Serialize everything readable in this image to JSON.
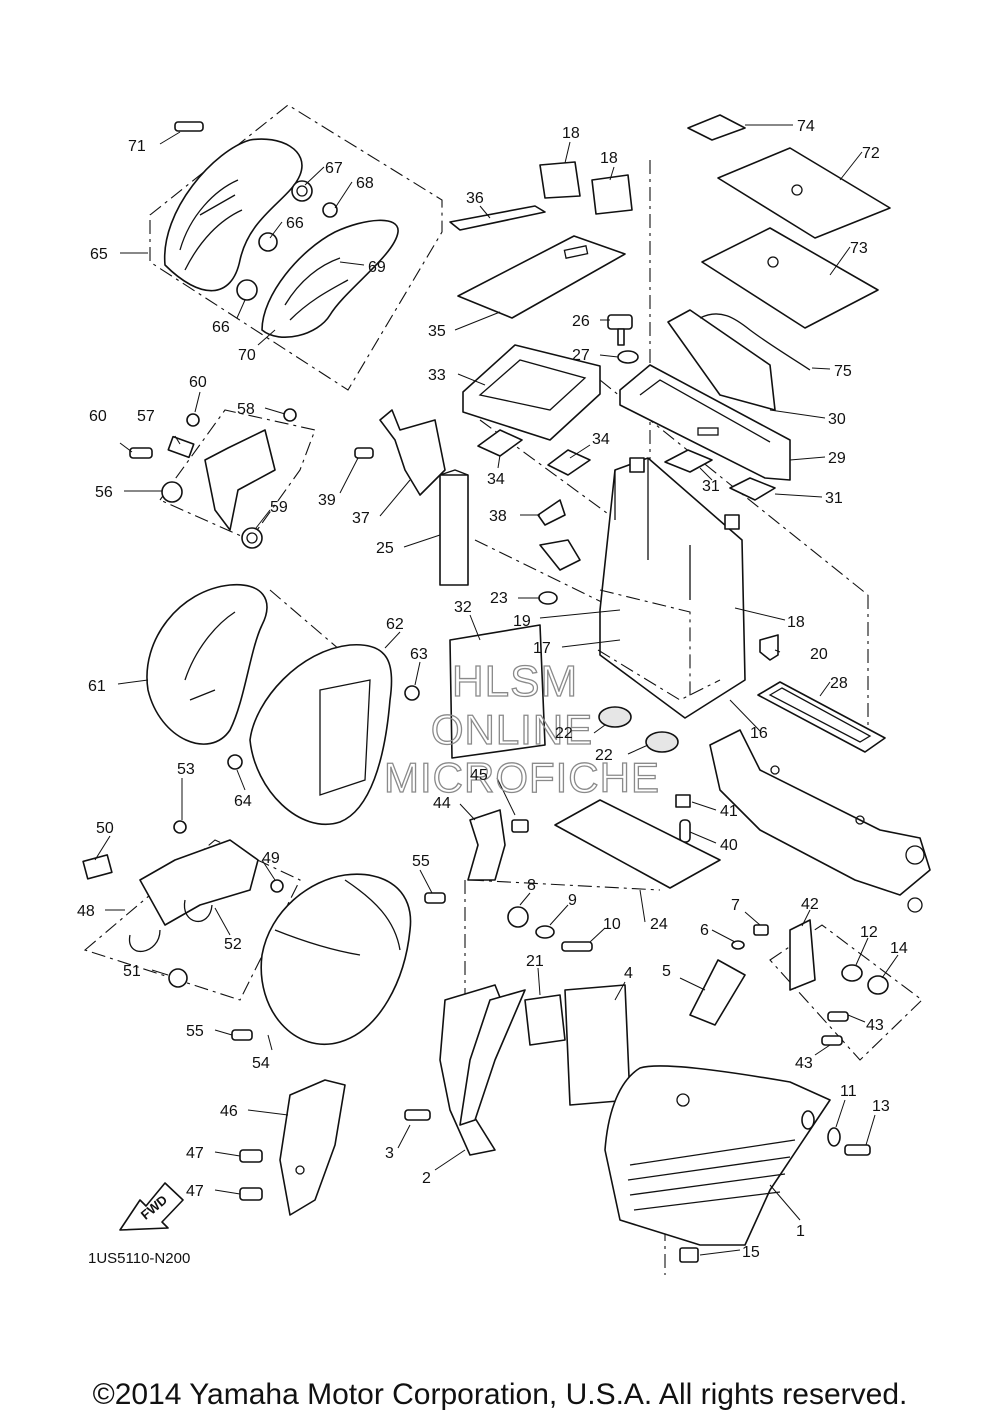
{
  "diagram_code": "1US5110-N200",
  "copyright": "©2014 Yamaha Motor Corporation, U.S.A. All rights reserved.",
  "watermark": [
    "HLSM",
    "ONLINE",
    "MICROFICHE"
  ],
  "fwd_label": "FWD",
  "callouts": [
    {
      "id": "c71",
      "text": "71"
    },
    {
      "id": "c67",
      "text": "67"
    },
    {
      "id": "c68",
      "text": "68"
    },
    {
      "id": "c66a",
      "text": "66"
    },
    {
      "id": "c65",
      "text": "65"
    },
    {
      "id": "c69",
      "text": "69"
    },
    {
      "id": "c66b",
      "text": "66"
    },
    {
      "id": "c70",
      "text": "70"
    },
    {
      "id": "c18a",
      "text": "18"
    },
    {
      "id": "c18b",
      "text": "18"
    },
    {
      "id": "c36",
      "text": "36"
    },
    {
      "id": "c35",
      "text": "35"
    },
    {
      "id": "c26",
      "text": "26"
    },
    {
      "id": "c27",
      "text": "27"
    },
    {
      "id": "c33",
      "text": "33"
    },
    {
      "id": "c34a",
      "text": "34"
    },
    {
      "id": "c34b",
      "text": "34"
    },
    {
      "id": "c74",
      "text": "74"
    },
    {
      "id": "c72",
      "text": "72"
    },
    {
      "id": "c73",
      "text": "73"
    },
    {
      "id": "c75",
      "text": "75"
    },
    {
      "id": "c30",
      "text": "30"
    },
    {
      "id": "c29",
      "text": "29"
    },
    {
      "id": "c31a",
      "text": "31"
    },
    {
      "id": "c31b",
      "text": "31"
    },
    {
      "id": "c60a",
      "text": "60"
    },
    {
      "id": "c60b",
      "text": "60"
    },
    {
      "id": "c57",
      "text": "57"
    },
    {
      "id": "c58",
      "text": "58"
    },
    {
      "id": "c56",
      "text": "56"
    },
    {
      "id": "c59",
      "text": "59"
    },
    {
      "id": "c39",
      "text": "39"
    },
    {
      "id": "c37",
      "text": "37"
    },
    {
      "id": "c25",
      "text": "25"
    },
    {
      "id": "c38",
      "text": "38"
    },
    {
      "id": "c23",
      "text": "23"
    },
    {
      "id": "c19",
      "text": "19"
    },
    {
      "id": "c18c",
      "text": "18"
    },
    {
      "id": "c20",
      "text": "20"
    },
    {
      "id": "c17",
      "text": "17"
    },
    {
      "id": "c32",
      "text": "32"
    },
    {
      "id": "c28",
      "text": "28"
    },
    {
      "id": "c62",
      "text": "62"
    },
    {
      "id": "c63",
      "text": "63"
    },
    {
      "id": "c61",
      "text": "61"
    },
    {
      "id": "c22a",
      "text": "22"
    },
    {
      "id": "c22b",
      "text": "22"
    },
    {
      "id": "c16",
      "text": "16"
    },
    {
      "id": "c64",
      "text": "64"
    },
    {
      "id": "c53",
      "text": "53"
    },
    {
      "id": "c45",
      "text": "45"
    },
    {
      "id": "c44",
      "text": "44"
    },
    {
      "id": "c41",
      "text": "41"
    },
    {
      "id": "c40",
      "text": "40"
    },
    {
      "id": "c50",
      "text": "50"
    },
    {
      "id": "c49",
      "text": "49"
    },
    {
      "id": "c55a",
      "text": "55"
    },
    {
      "id": "c8",
      "text": "8"
    },
    {
      "id": "c9",
      "text": "9"
    },
    {
      "id": "c10",
      "text": "10"
    },
    {
      "id": "c24",
      "text": "24"
    },
    {
      "id": "c48",
      "text": "48"
    },
    {
      "id": "c52",
      "text": "52"
    },
    {
      "id": "c7",
      "text": "7"
    },
    {
      "id": "c42",
      "text": "42"
    },
    {
      "id": "c6",
      "text": "6"
    },
    {
      "id": "c12",
      "text": "12"
    },
    {
      "id": "c14",
      "text": "14"
    },
    {
      "id": "c21",
      "text": "21"
    },
    {
      "id": "c4",
      "text": "4"
    },
    {
      "id": "c5",
      "text": "5"
    },
    {
      "id": "c51",
      "text": "51"
    },
    {
      "id": "c43a",
      "text": "43"
    },
    {
      "id": "c55b",
      "text": "55"
    },
    {
      "id": "c54",
      "text": "54"
    },
    {
      "id": "c43b",
      "text": "43"
    },
    {
      "id": "c46",
      "text": "46"
    },
    {
      "id": "c11",
      "text": "11"
    },
    {
      "id": "c13",
      "text": "13"
    },
    {
      "id": "c3",
      "text": "3"
    },
    {
      "id": "c47a",
      "text": "47"
    },
    {
      "id": "c2",
      "text": "2"
    },
    {
      "id": "c47b",
      "text": "47"
    },
    {
      "id": "c1",
      "text": "1"
    },
    {
      "id": "c15",
      "text": "15"
    }
  ]
}
